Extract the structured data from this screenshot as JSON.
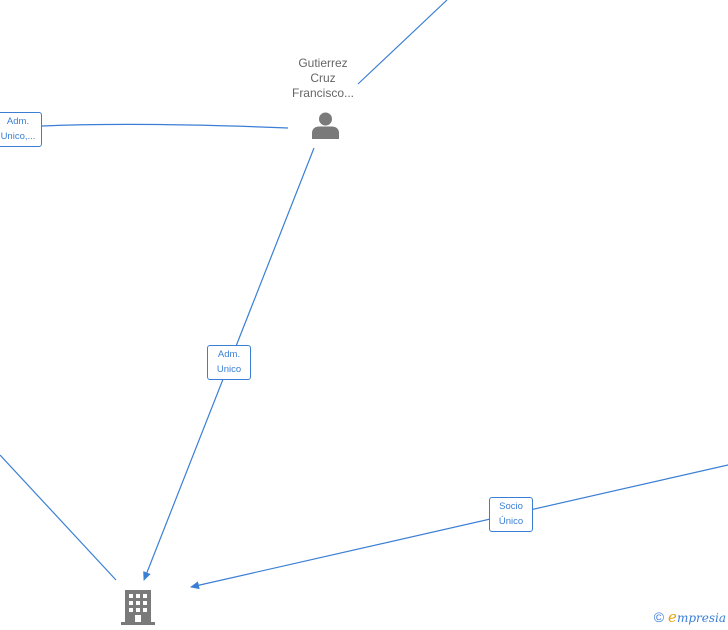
{
  "person_node": {
    "name_lines": [
      "Gutierrez",
      "Cruz",
      "Francisco..."
    ]
  },
  "edge_labels": {
    "left": [
      "Adm.",
      "Unico,..."
    ],
    "middle": [
      "Adm.",
      "Unico"
    ],
    "right": [
      "Socio",
      "Único"
    ]
  },
  "footer": {
    "copyright": "©",
    "brand_first": "e",
    "brand_rest": "mpresia"
  },
  "colors": {
    "edge": "#3a7fd5",
    "node_icon": "#7a7a7a",
    "brand_accent": "#e8a20c"
  }
}
